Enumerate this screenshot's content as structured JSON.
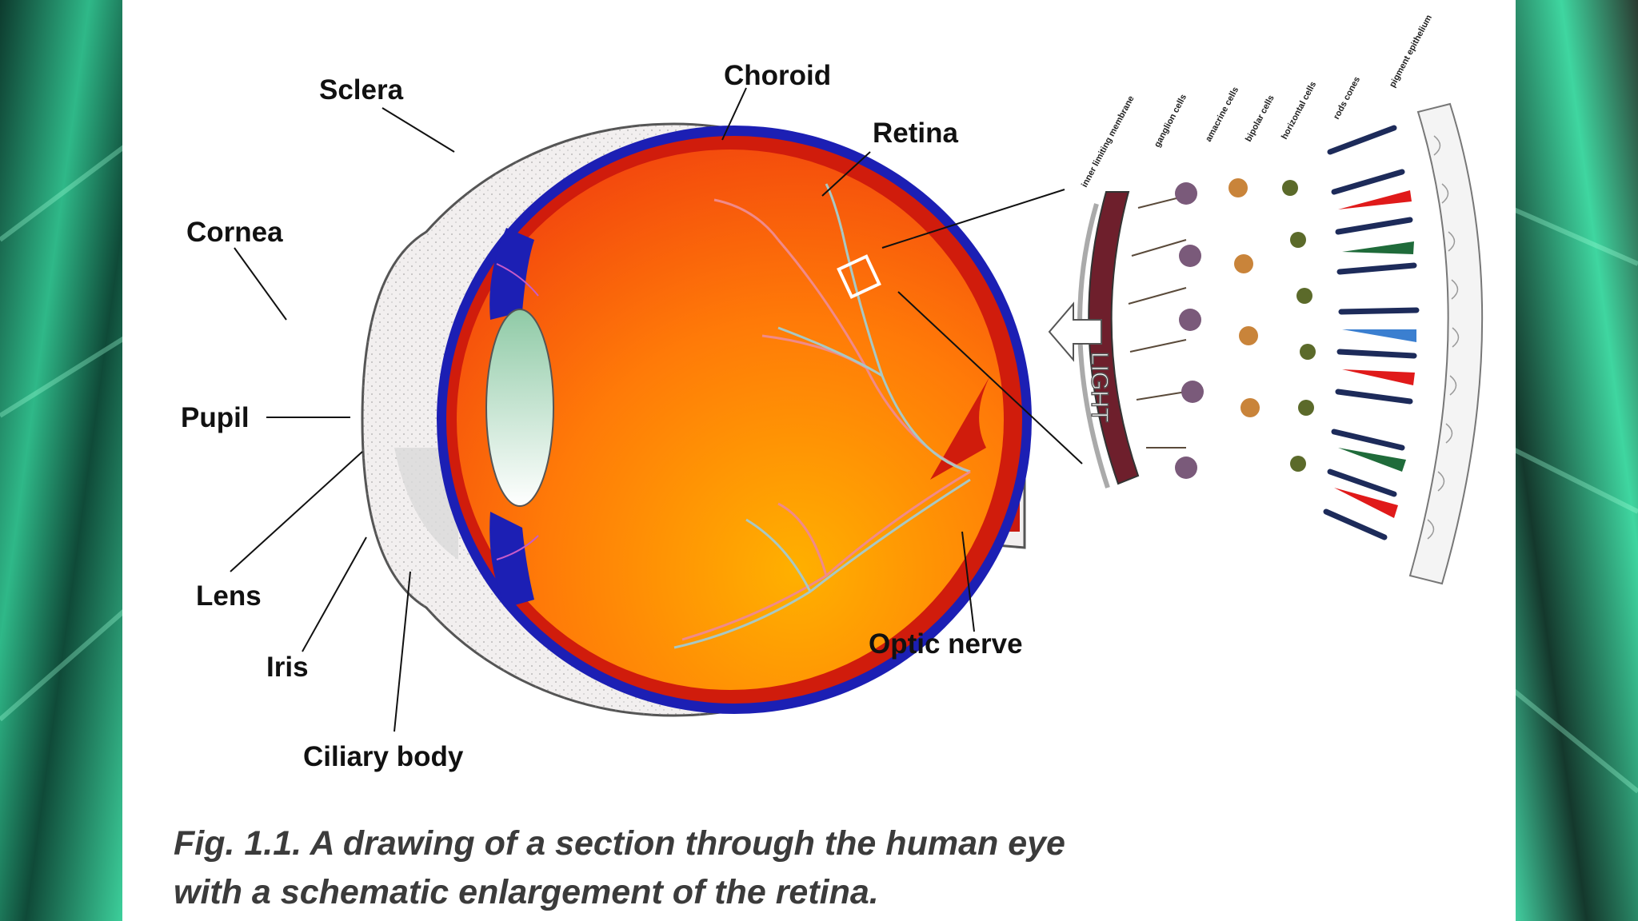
{
  "labels": {
    "sclera": "Sclera",
    "choroid": "Choroid",
    "retina": "Retina",
    "cornea": "Cornea",
    "pupil": "Pupil",
    "lens": "Lens",
    "iris": "Iris",
    "ciliary_body": "Ciliary body",
    "optic_nerve": "Optic nerve"
  },
  "enlargement": {
    "layers": [
      "inner limiting membrane",
      "ganglion cells",
      "amacrine cells",
      "bipolar cells",
      "horizontal cells",
      "rods cones",
      "pigment epithelium"
    ],
    "light": "LIGHT"
  },
  "caption": {
    "line1": "Fig. 1.1. A drawing of a section through the human eye",
    "line2": "with a schematic enlargement of the retina."
  },
  "colors": {
    "page": "#ffffff",
    "sclera": "#f2efef",
    "choroid": "#1c1fb4",
    "retina": "#d01c0c",
    "vitreous_center": "#ffb000",
    "vitreous_edge": "#f2440e",
    "lens": "#9fd4b4",
    "vessel_artery": "#f08a8a",
    "vessel_vein": "#a8c8c4",
    "background_glow": "#3fd6a0"
  }
}
